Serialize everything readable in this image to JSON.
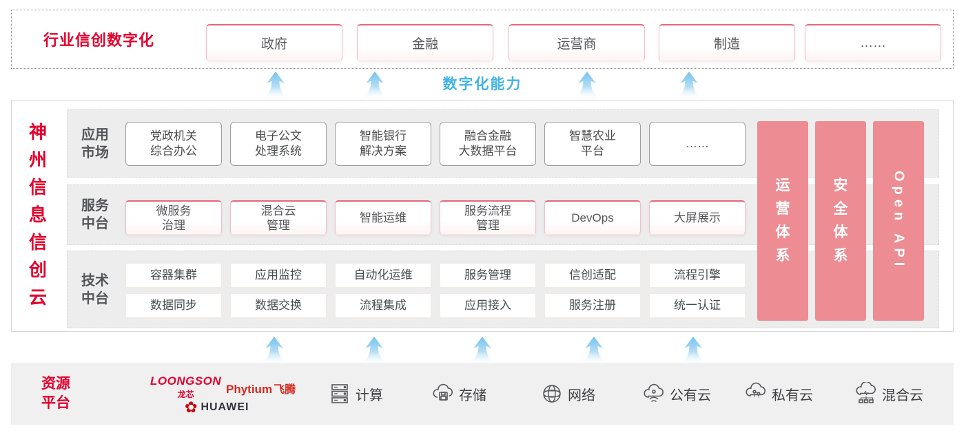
{
  "top_banner": {
    "title": "行业信创数字化",
    "industries": [
      "政府",
      "金融",
      "运营商",
      "制造",
      "……"
    ]
  },
  "capability_label": "数字化能力",
  "platform": {
    "vertical_title": "神州信息信创云",
    "rows": [
      {
        "label": "应用\n市场",
        "items": [
          "党政机关\n综合办公",
          "电子公文\n处理系统",
          "智能银行\n解决方案",
          "融合金融\n大数据平台",
          "智慧农业\n平台",
          "……"
        ]
      },
      {
        "label": "服务\n中台",
        "items": [
          "微服务\n治理",
          "混合云\n管理",
          "智能运维",
          "服务流程\n管理",
          "DevOps",
          "大屏展示"
        ]
      },
      {
        "label": "技术\n中台",
        "items_row1": [
          "容器集群",
          "应用监控",
          "自动化运维",
          "服务管理",
          "信创适配",
          "流程引擎"
        ],
        "items_row2": [
          "数据同步",
          "数据交换",
          "流程集成",
          "应用接入",
          "服务注册",
          "统一认证"
        ]
      }
    ],
    "side_bars": [
      "运营体系",
      "安全体系",
      "Open API"
    ]
  },
  "resource_platform": {
    "label": "资源\n平台",
    "vendors": {
      "loongson": "LOONGSON",
      "loongson_cn": "龙芯",
      "phytium": "Phytium",
      "phytium_cn": "飞腾",
      "huawei": "HUAWEI",
      "huawei_flower": "✿"
    },
    "resources": [
      {
        "icon": "server-icon",
        "label": "计算"
      },
      {
        "icon": "storage-icon",
        "label": "存储"
      },
      {
        "icon": "network-icon",
        "label": "网络"
      },
      {
        "icon": "public-cloud-icon",
        "label": "公有云"
      },
      {
        "icon": "private-cloud-icon",
        "label": "私有云"
      },
      {
        "icon": "hybrid-cloud-icon",
        "label": "混合云"
      }
    ]
  },
  "colors": {
    "accent_red": "#e4002c",
    "bar_pink": "#ed8c92",
    "capability_blue": "#41b3e6"
  }
}
